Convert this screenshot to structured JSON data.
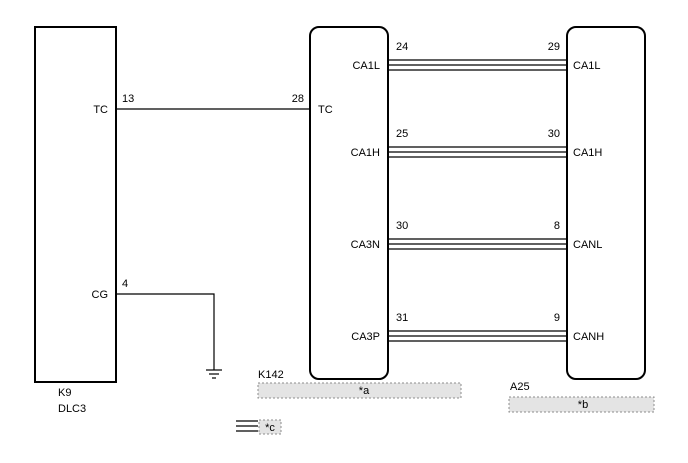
{
  "dlc3": {
    "pins": [
      {
        "label": "TC",
        "num": "13"
      },
      {
        "label": "CG",
        "num": "4"
      }
    ],
    "code": "K9",
    "name": "DLC3"
  },
  "k142": {
    "code": "K142",
    "tag": "*a",
    "pins": [
      {
        "label": "TC",
        "num": "28"
      },
      {
        "label": "CA1L",
        "num": "24"
      },
      {
        "label": "CA1H",
        "num": "25"
      },
      {
        "label": "CA3N",
        "num": "30"
      },
      {
        "label": "CA3P",
        "num": "31"
      }
    ]
  },
  "a25": {
    "code": "A25",
    "tag": "*b",
    "pins": [
      {
        "label": "CA1L",
        "num": "29"
      },
      {
        "label": "CA1H",
        "num": "30"
      },
      {
        "label": "CANL",
        "num": "8"
      },
      {
        "label": "CANH",
        "num": "9"
      }
    ]
  },
  "legend": {
    "tag": "*c"
  }
}
